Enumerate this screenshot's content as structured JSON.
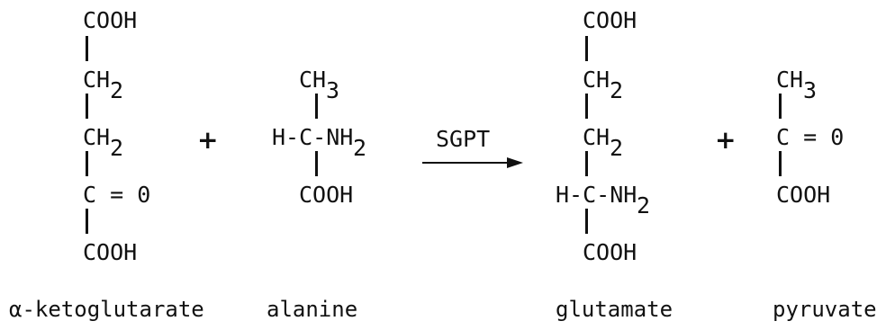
{
  "reaction": {
    "enzyme": "SGPT",
    "plus": "+"
  },
  "akg": {
    "top": "COOH",
    "ch2a": "CH",
    "ch2a_sub": "2",
    "ch2b": "CH",
    "ch2b_sub": "2",
    "keto": "C = 0",
    "bottom": "COOH",
    "name": "α-ketoglutarate"
  },
  "ala": {
    "ch3": "CH",
    "ch3_sub": "3",
    "center": "H-C-NH",
    "center_sub": "2",
    "bottom": "COOH",
    "name": "alanine"
  },
  "glu": {
    "top": "COOH",
    "ch2a": "CH",
    "ch2a_sub": "2",
    "ch2b": "CH",
    "ch2b_sub": "2",
    "center": "H-C-NH",
    "center_sub": "2",
    "bottom": "COOH",
    "name": "glutamate"
  },
  "pyr": {
    "ch3": "CH",
    "ch3_sub": "3",
    "keto": "C = 0",
    "bottom": "COOH",
    "name": "pyruvate"
  }
}
